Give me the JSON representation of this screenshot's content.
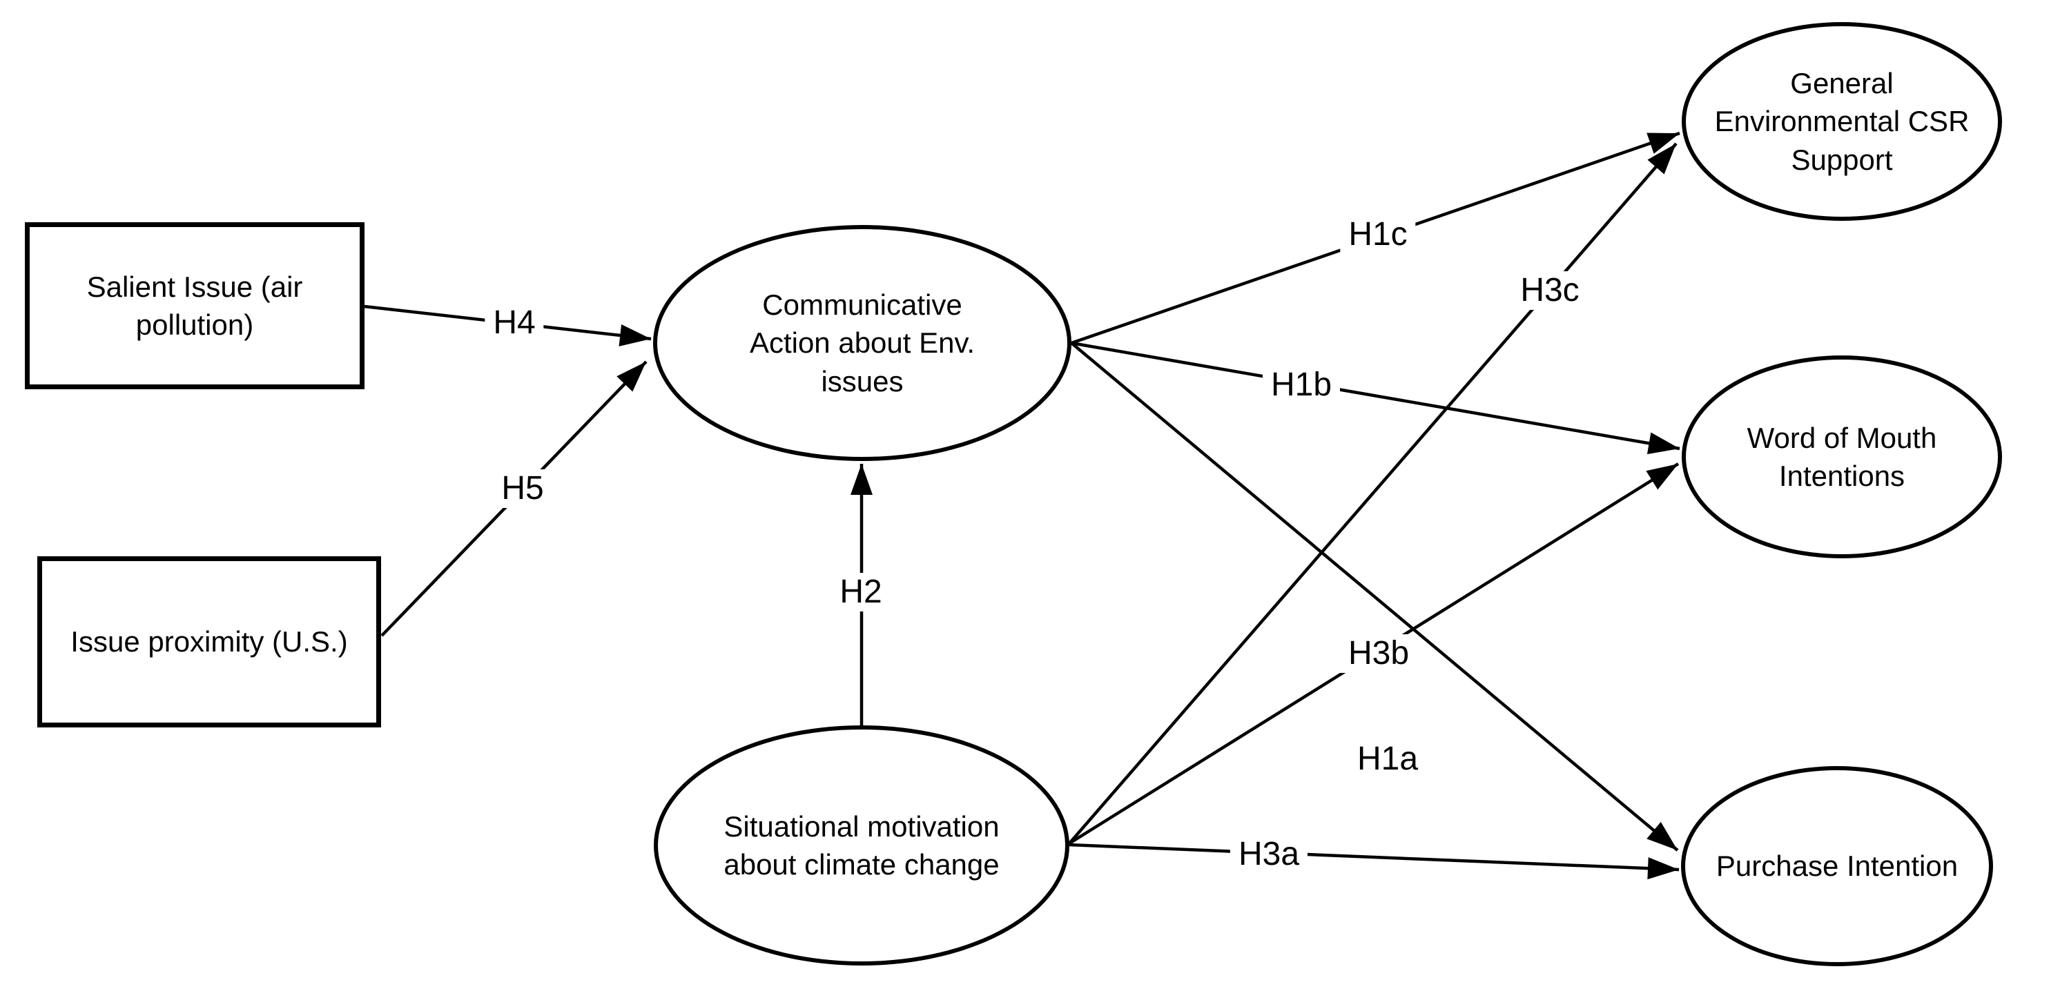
{
  "diagram": {
    "background_color": "#ffffff",
    "stroke_color": "#000000",
    "text_color": "#000000",
    "nodes": [
      {
        "id": "salient-issue",
        "shape": "rect",
        "label": "Salient Issue (air pollution)"
      },
      {
        "id": "issue-proximity",
        "shape": "rect",
        "label": "Issue proximity (U.S.)"
      },
      {
        "id": "communicative-action",
        "shape": "ellipse",
        "label": "Communicative Action about Env. issues"
      },
      {
        "id": "situational-motivation",
        "shape": "ellipse",
        "label": "Situational motivation about climate change"
      },
      {
        "id": "csr-support",
        "shape": "ellipse",
        "label": "General Environmental CSR Support"
      },
      {
        "id": "wom-intentions",
        "shape": "ellipse",
        "label": "Word of Mouth Intentions"
      },
      {
        "id": "purchase-intention",
        "shape": "ellipse",
        "label": "Purchase Intention"
      }
    ],
    "edges": [
      {
        "id": "h4",
        "label": "H4",
        "from": "salient-issue",
        "to": "communicative-action"
      },
      {
        "id": "h5",
        "label": "H5",
        "from": "issue-proximity",
        "to": "communicative-action"
      },
      {
        "id": "h2",
        "label": "H2",
        "from": "situational-motivation",
        "to": "communicative-action"
      },
      {
        "id": "h1c",
        "label": "H1c",
        "from": "communicative-action",
        "to": "csr-support"
      },
      {
        "id": "h1b",
        "label": "H1b",
        "from": "communicative-action",
        "to": "wom-intentions"
      },
      {
        "id": "h1a",
        "label": "H1a",
        "from": "communicative-action",
        "to": "purchase-intention"
      },
      {
        "id": "h3c",
        "label": "H3c",
        "from": "situational-motivation",
        "to": "csr-support"
      },
      {
        "id": "h3b",
        "label": "H3b",
        "from": "situational-motivation",
        "to": "wom-intentions"
      },
      {
        "id": "h3a",
        "label": "H3a",
        "from": "situational-motivation",
        "to": "purchase-intention"
      }
    ]
  }
}
